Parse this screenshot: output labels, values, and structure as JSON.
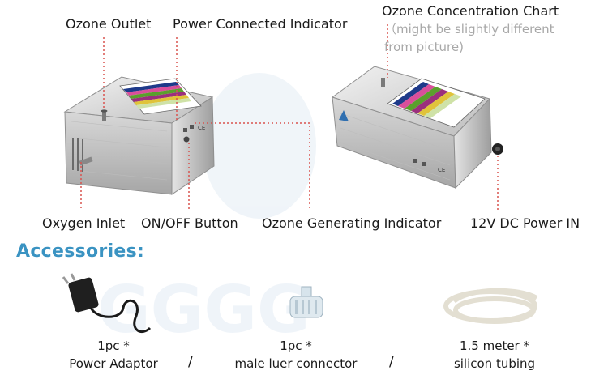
{
  "callouts": {
    "ozone_outlet": "Ozone Outlet",
    "power_indicator": "Power Connected Indicator",
    "chart_title": "Ozone Concentration Chart",
    "chart_note_line1": "（might be slightly different",
    "chart_note_line2": "from picture)",
    "oxygen_inlet": "Oxygen Inlet",
    "onoff_button": "ON/OFF Button",
    "ozone_indicator": "Ozone Generating Indicator",
    "power_in": "12V DC Power IN"
  },
  "accessories": {
    "title": "Accessories:",
    "items": [
      {
        "qty": "1pc *",
        "name": "Power Adaptor"
      },
      {
        "qty": "1pc *",
        "name": "male luer connector"
      },
      {
        "qty": "1.5 meter *",
        "name": "silicon tubing"
      }
    ],
    "separator": "/"
  },
  "colors": {
    "leader_line": "#d9534f",
    "accent_title": "#3a93c2",
    "device_metal": "#c9c9c9"
  }
}
